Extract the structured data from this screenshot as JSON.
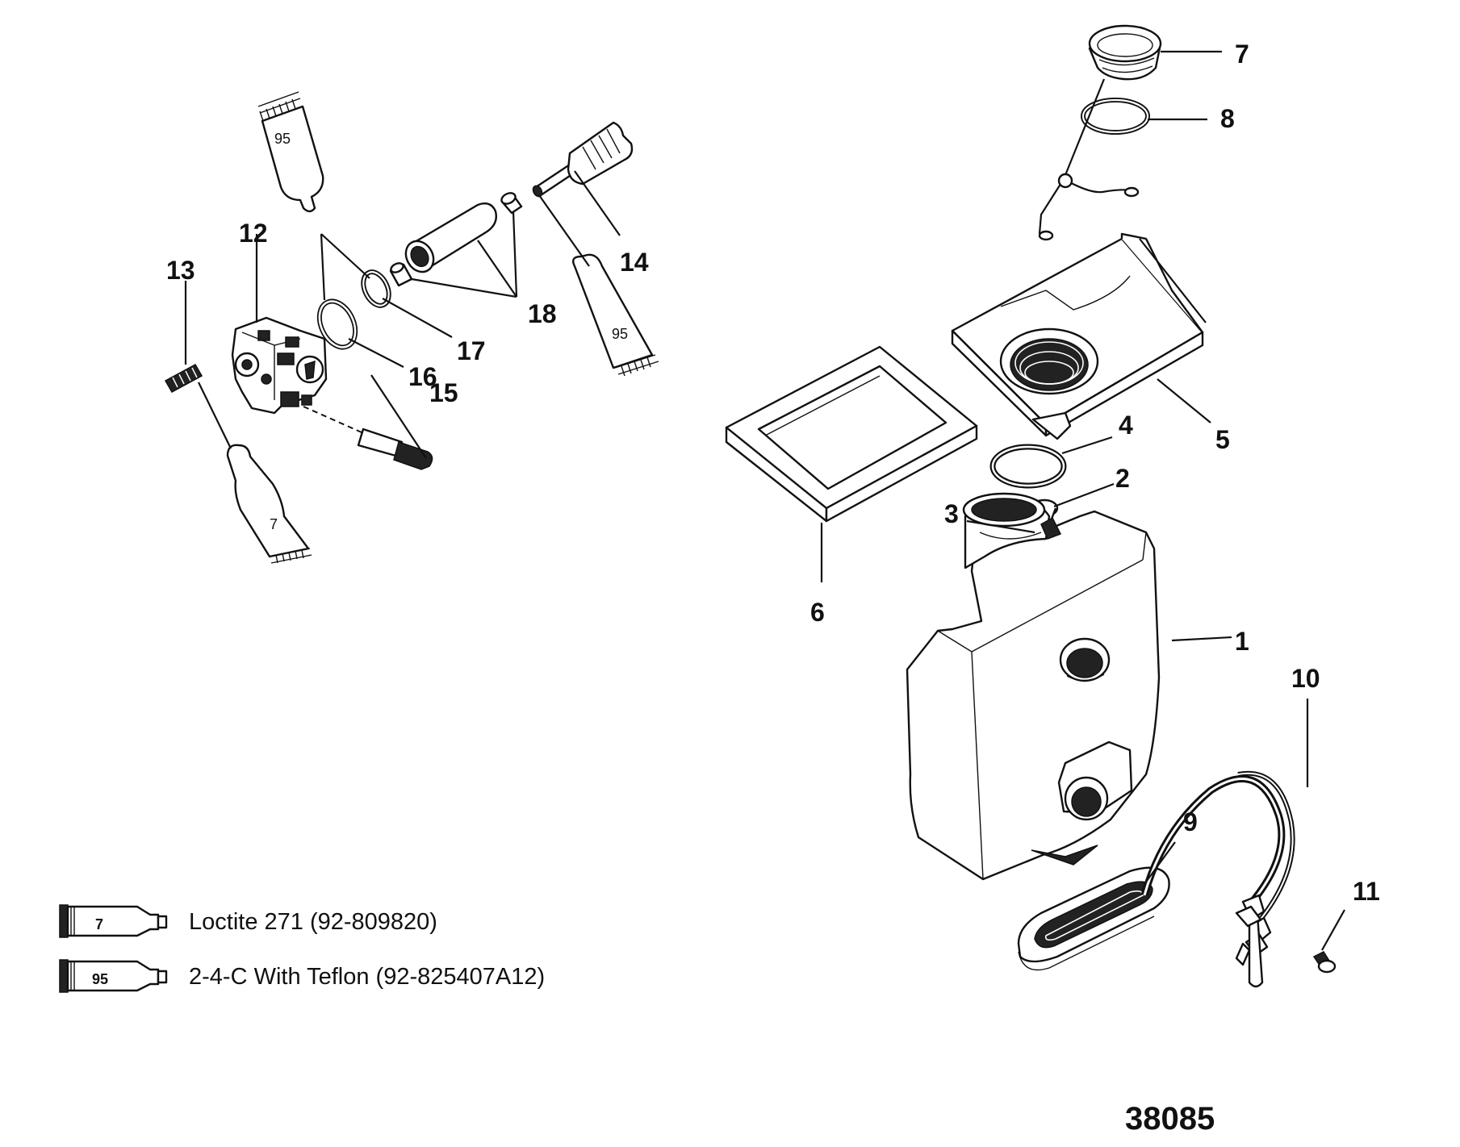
{
  "callouts": [
    "1",
    "2",
    "3",
    "4",
    "5",
    "6",
    "7",
    "8",
    "9",
    "10",
    "11",
    "12",
    "13",
    "14",
    "15",
    "16",
    "17",
    "18"
  ],
  "tube_marks": {
    "tube_95_a": "95",
    "tube_95_b": "95",
    "tube_7": "7"
  },
  "legend": [
    {
      "tube": "7",
      "text": "Loctite 271 (92-809820)"
    },
    {
      "tube": "95",
      "text": "2-4-C  With Teflon (92-825407A12)"
    }
  ],
  "document_number": "38085"
}
